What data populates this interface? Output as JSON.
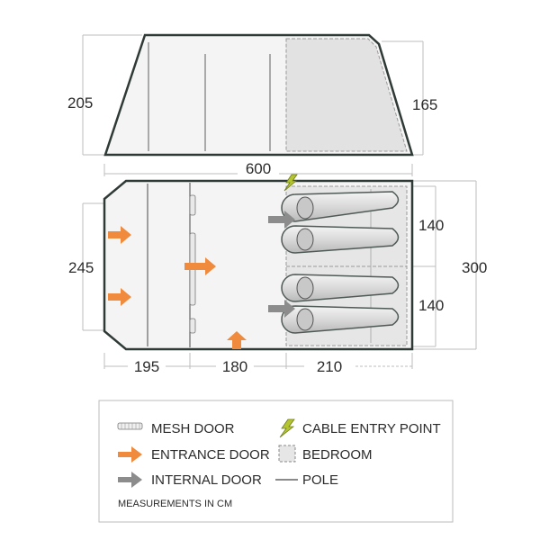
{
  "dimensions": {
    "side_height_front": "205",
    "side_height_rear": "165",
    "total_length": "600",
    "floor_width_front": "245",
    "total_width": "300",
    "bedroom_width_upper": "140",
    "bedroom_width_lower": "140",
    "section_porch": "195",
    "section_living": "180",
    "section_bedroom": "210"
  },
  "legend": {
    "mesh_door": "MESH DOOR",
    "entrance_door": "ENTRANCE DOOR",
    "internal_door": "INTERNAL DOOR",
    "cable_entry_point": "CABLE ENTRY POINT",
    "bedroom": "BEDROOM",
    "pole": "POLE",
    "note": "MEASUREMENTS IN CM"
  },
  "colors": {
    "outline": "#2f3a36",
    "entrance_arrow": "#f08a3c",
    "internal_arrow": "#8c8c8c",
    "bedroom_fill": "#e6e6e6",
    "cable_icon": "#b5c531",
    "dimension_line": "#bdbdbd"
  }
}
